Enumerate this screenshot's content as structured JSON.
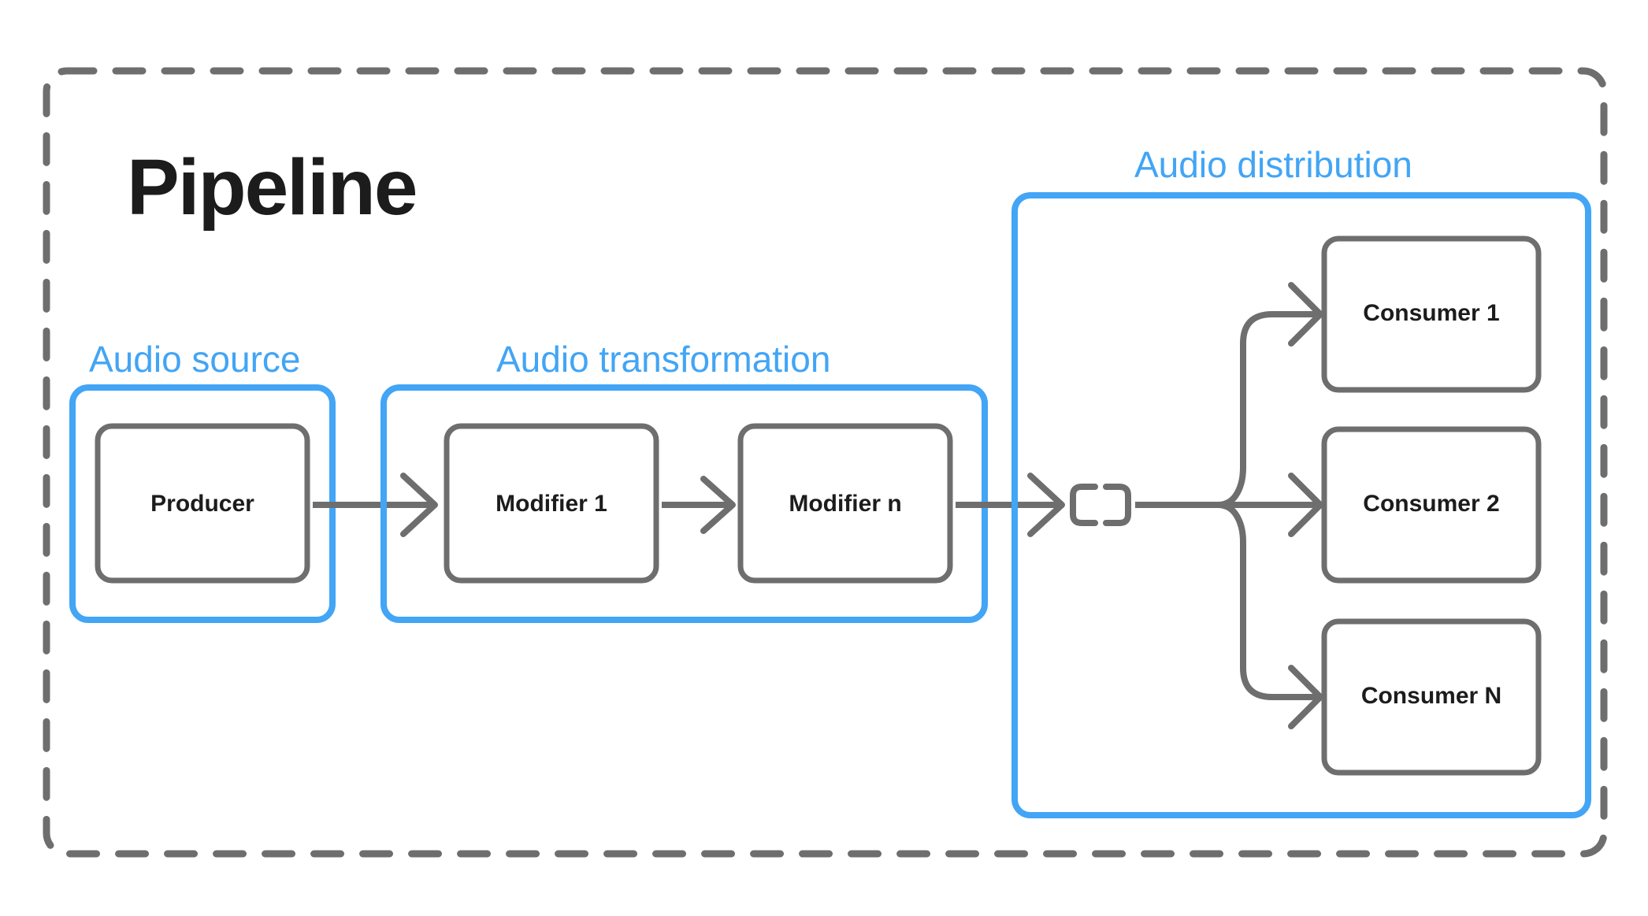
{
  "diagram": {
    "title": "Pipeline",
    "frame": {
      "style": "dashed",
      "color": "#6e6e6e"
    },
    "accent_color": "#42a5f5",
    "node_border_color": "#6e6e6e",
    "text_color": "#1c1c1c",
    "groups": [
      {
        "id": "audio-source",
        "label": "Audio source"
      },
      {
        "id": "audio-transformation",
        "label": "Audio transformation"
      },
      {
        "id": "audio-distribution",
        "label": "Audio distribution"
      }
    ],
    "nodes": {
      "producer": "Producer",
      "modifier_1": "Modifier 1",
      "modifier_n": "Modifier n",
      "consumer_1": "Consumer 1",
      "consumer_2": "Consumer 2",
      "consumer_n": "Consumer N"
    },
    "splitter": {
      "icon": "split-node-icon"
    },
    "flow": [
      "Producer -> Modifier 1",
      "Modifier 1 -> Modifier n",
      "Modifier n -> splitter",
      "splitter -> Consumer 1",
      "splitter -> Consumer 2",
      "splitter -> Consumer N"
    ]
  }
}
